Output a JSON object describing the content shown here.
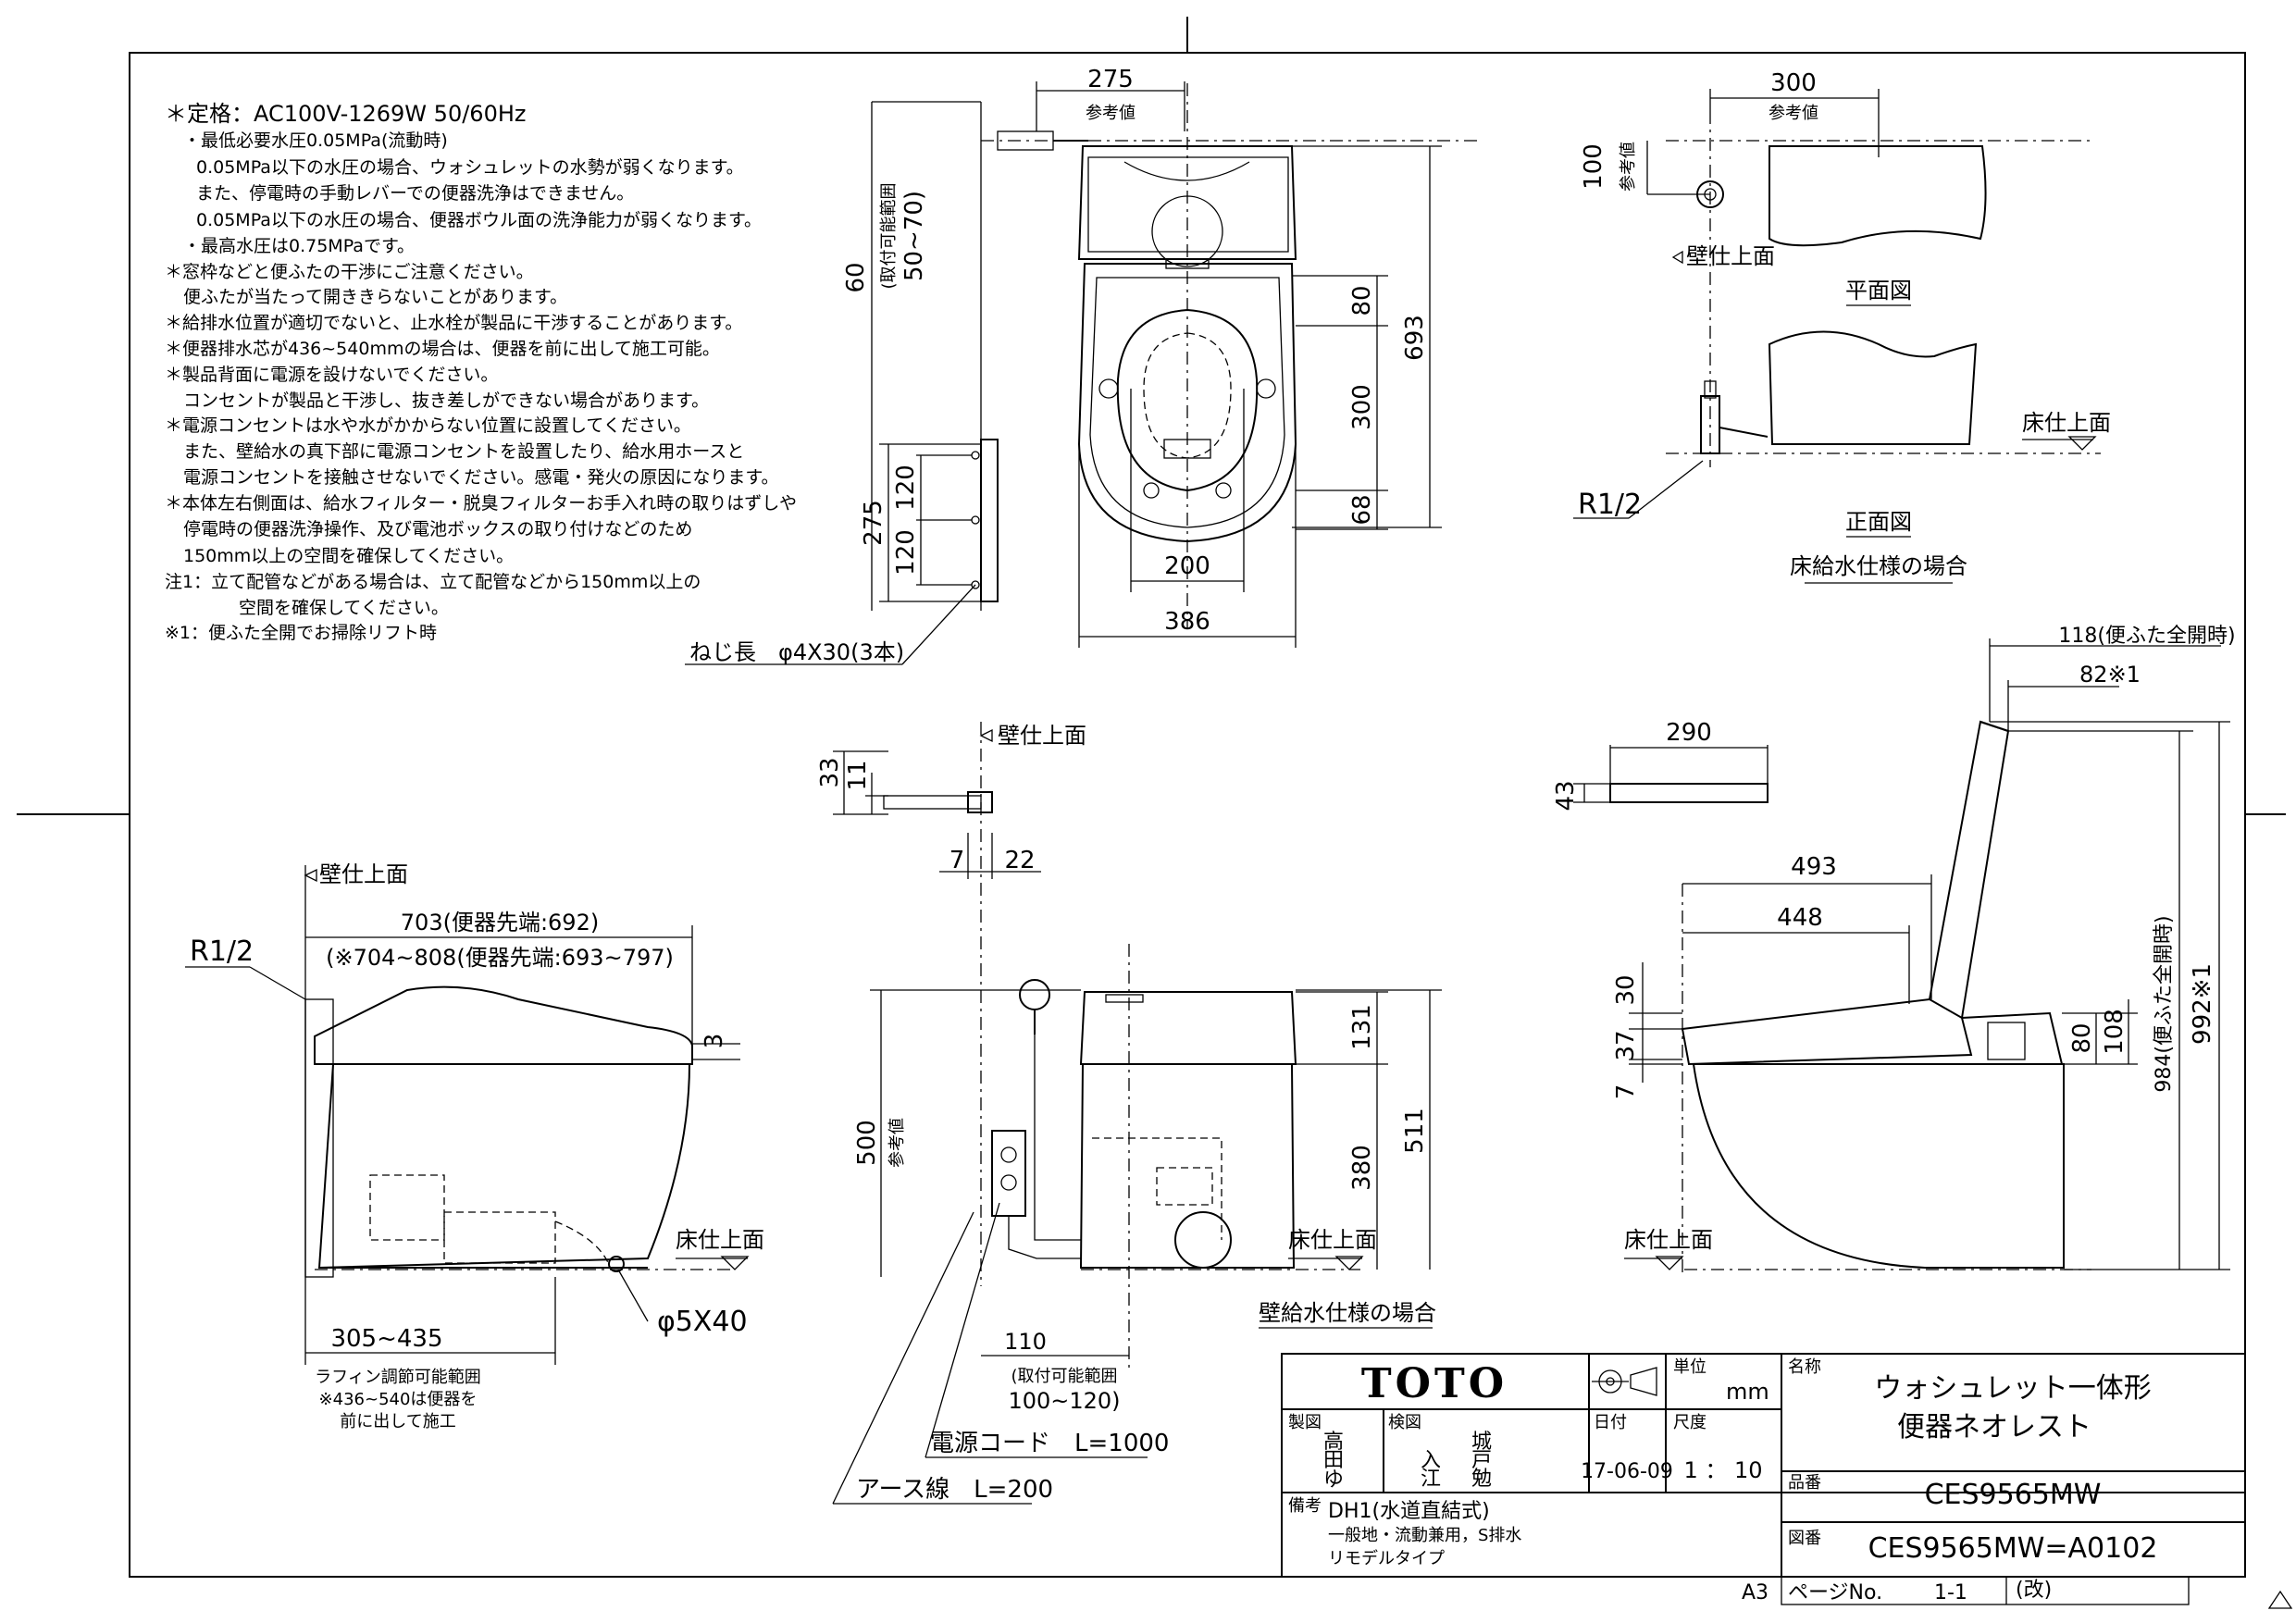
{
  "notes": [
    "＊定格：AC100V-1269W 50/60Hz",
    "・最低必要水圧0.05MPa(流動時)",
    "0.05MPa以下の水圧の場合、ウォシュレットの水勢が弱くなります。",
    "また、停電時の手動レバーでの便器洗浄はできません。",
    "0.05MPa以下の水圧の場合、便器ボウル面の洗浄能力が弱くなります。",
    "・最高水圧は0.75MPaです。",
    "＊窓枠などと便ふたの干渉にご注意ください。",
    "便ふたが当たって開ききらないことがあります。",
    "＊給排水位置が適切でないと、止水栓が製品に干渉することがあります。",
    "＊便器排水芯が436~540mmの場合は、便器を前に出して施工可能。",
    "＊製品背面に電源を設けないでください。",
    "コンセントが製品と干渉し、抜き差しができない場合があります。",
    "＊電源コンセントは水や水がかからない位置に設置してください。",
    "また、壁給水の真下部に電源コンセントを設置したり、給水用ホースと",
    "電源コンセントを接触させないでください。感電・発火の原因になります。",
    "＊本体左右側面は、給水フィルター・脱臭フィルターお手入れ時の取りはずしや",
    "停電時の便器洗浄操作、及び電池ボックスの取り付けなどのため",
    "150mm以上の空間を確保してください。",
    "注1：立て配管などがある場合は、立て配管などから150mm以上の",
    "空間を確保してください。",
    "※1：便ふた全開でお掃除リフト時"
  ],
  "top_view": {
    "dim_width_top": "275",
    "ref_label": "参考値",
    "dim_60": "60",
    "range_label": "(取付可能範囲",
    "range_value": "50~70)",
    "dim_80": "80",
    "dim_300": "300",
    "dim_68": "68",
    "dim_693": "693",
    "dim_200": "200",
    "dim_386": "386"
  },
  "remote_bracket": {
    "dim_275": "275",
    "dim_120a": "120",
    "dim_120b": "120",
    "screw_label": "ねじ長　φ4X30(3本)"
  },
  "floor_supply": {
    "dim_300": "300",
    "ref_label": "参考値",
    "dim_100": "100",
    "ref_side": "参考値",
    "wall_label": "壁仕上面",
    "plan_label": "平面図",
    "floor_label": "床仕上面",
    "r12": "R1/2",
    "front_label": "正面図",
    "caption": "床給水仕様の場合"
  },
  "left_side": {
    "wall_label": "壁仕上面",
    "r12": "R1/2",
    "dim_703": "703(便器先端:692)",
    "dim_704": "(※704~808(便器先端:693~797)",
    "dim_3": "3",
    "floor_label": "床仕上面",
    "bolt": "φ5X40",
    "dim_305": "305~435",
    "rafin_1": "ラフィン調節可能範囲",
    "rafin_2": "※436~540は便器を",
    "rafin_3": "前に出して施工"
  },
  "remote": {
    "wall_label": "壁仕上面",
    "dim_33": "33",
    "dim_11": "11",
    "dim_7": "7",
    "dim_22": "22"
  },
  "front_view": {
    "dim_500": "500",
    "ref_label": "参考値",
    "dim_131": "131",
    "dim_380": "380",
    "dim_511": "511",
    "floor_label": "床仕上面",
    "caption": "壁給水仕様の場合",
    "dim_110": "110",
    "range_1": "(取付可能範囲",
    "range_2": "100~120)",
    "cord": "電源コード　L=1000",
    "earth": "アース線　L=200"
  },
  "right_side": {
    "dim_118": "118(便ふた全開時)",
    "dim_82": "82※1",
    "dim_290": "290",
    "dim_43": "43",
    "dim_493": "493",
    "dim_448": "448",
    "dim_30": "30",
    "dim_37": "37",
    "dim_7": "7",
    "dim_80": "80",
    "dim_108": "108",
    "dim_984": "984(便ふた全開時)",
    "dim_992": "992※1",
    "floor_label": "床仕上面"
  },
  "title_block": {
    "logo": "TOTO",
    "unit_label": "単位",
    "unit": "mm",
    "name_label": "名称",
    "name_1": "ウォシュレット一体形",
    "name_2": "便器ネオレスト",
    "drawn_label": "製図",
    "drawn_1": "高",
    "drawn_2": "田",
    "drawn_3": "ゆ",
    "checked_label": "検図",
    "checked_1": "入",
    "checked_2": "江",
    "checked_3": "城",
    "checked_4": "戸",
    "checked_5": "勉",
    "date_label": "日付",
    "date": "17-06-09",
    "scale_label": "尺度",
    "scale": "1 ： 10",
    "part_label": "品番",
    "part": "CES9565MW",
    "remarks_label": "備考",
    "remarks_1": "DH1(水道直結式)",
    "remarks_2": "一般地・流動兼用，S排水",
    "remarks_3": "リモデルタイプ",
    "drawing_label": "図番",
    "drawing": "CES9565MW=A0102",
    "sheet_size": "A3",
    "page_label": "ページNo.",
    "page": "1-1",
    "rev": "(改)"
  }
}
